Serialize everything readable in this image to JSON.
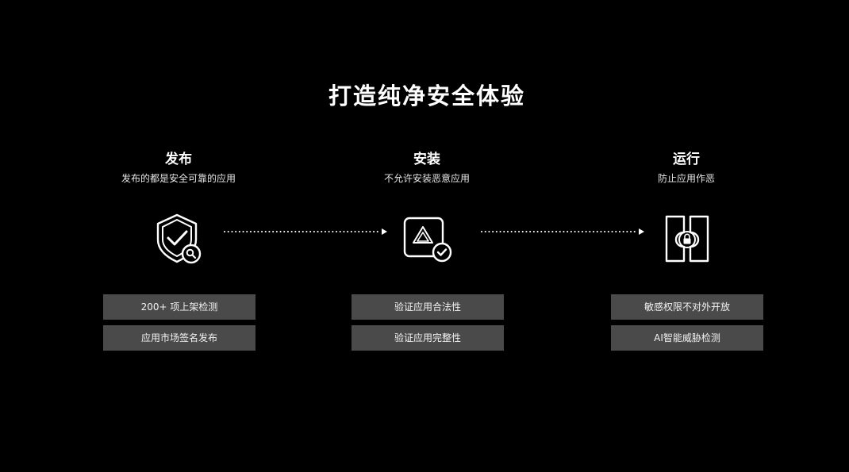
{
  "title": "打造纯净安全体验",
  "colors": {
    "background": "#000000",
    "text": "#ffffff",
    "box": "#4a4a4a"
  },
  "stages": [
    {
      "heading": "发布",
      "description": "发布的都是安全可靠的应用",
      "icon": "shield-check-search-icon",
      "items": [
        "200+ 项上架检测",
        "应用市场签名发布"
      ]
    },
    {
      "heading": "安装",
      "description": "不允许安装恶意应用",
      "icon": "app-verified-icon",
      "items": [
        "验证应用合法性",
        "验证应用完整性"
      ]
    },
    {
      "heading": "运行",
      "description": "防止应用作恶",
      "icon": "sandbox-lock-icon",
      "items": [
        "敏感权限不对外开放",
        "AI智能威胁检测"
      ]
    }
  ]
}
